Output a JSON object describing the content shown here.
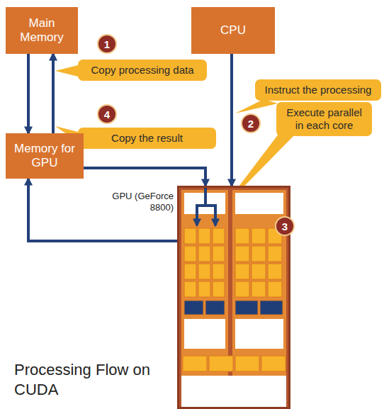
{
  "diagram": {
    "title": "Processing Flow on CUDA",
    "nodes": [
      {
        "text": [
          "Main Memory"
        ]
      },
      {
        "text": [
          "CPU"
        ]
      },
      {
        "text": [
          "1"
        ]
      },
      {
        "text": [
          "Copy processing data"
        ]
      },
      {
        "text": [
          "Instruct the processing"
        ]
      },
      {
        "text": [
          "2"
        ]
      },
      {
        "text": [
          "4"
        ]
      },
      {
        "text": [
          "Copy the result"
        ]
      },
      {
        "text": [
          "Execute parallel in each core"
        ]
      },
      {
        "text": [
          "Memory for GPU"
        ]
      },
      {
        "text": [
          "GPU (GeForce 8800)"
        ]
      },
      {
        "text": [
          "3"
        ]
      }
    ],
    "edges": [
      {
        "from": 0,
        "to": 9,
        "arrow": "to"
      },
      {
        "from": 9,
        "to": 0,
        "arrow": "to"
      },
      {
        "from": 1,
        "to": 10,
        "arrow": "to"
      },
      {
        "from": 9,
        "to": 10,
        "arrow": "to"
      },
      {
        "from": 10,
        "to": 9,
        "arrow": "to"
      }
    ]
  }
}
